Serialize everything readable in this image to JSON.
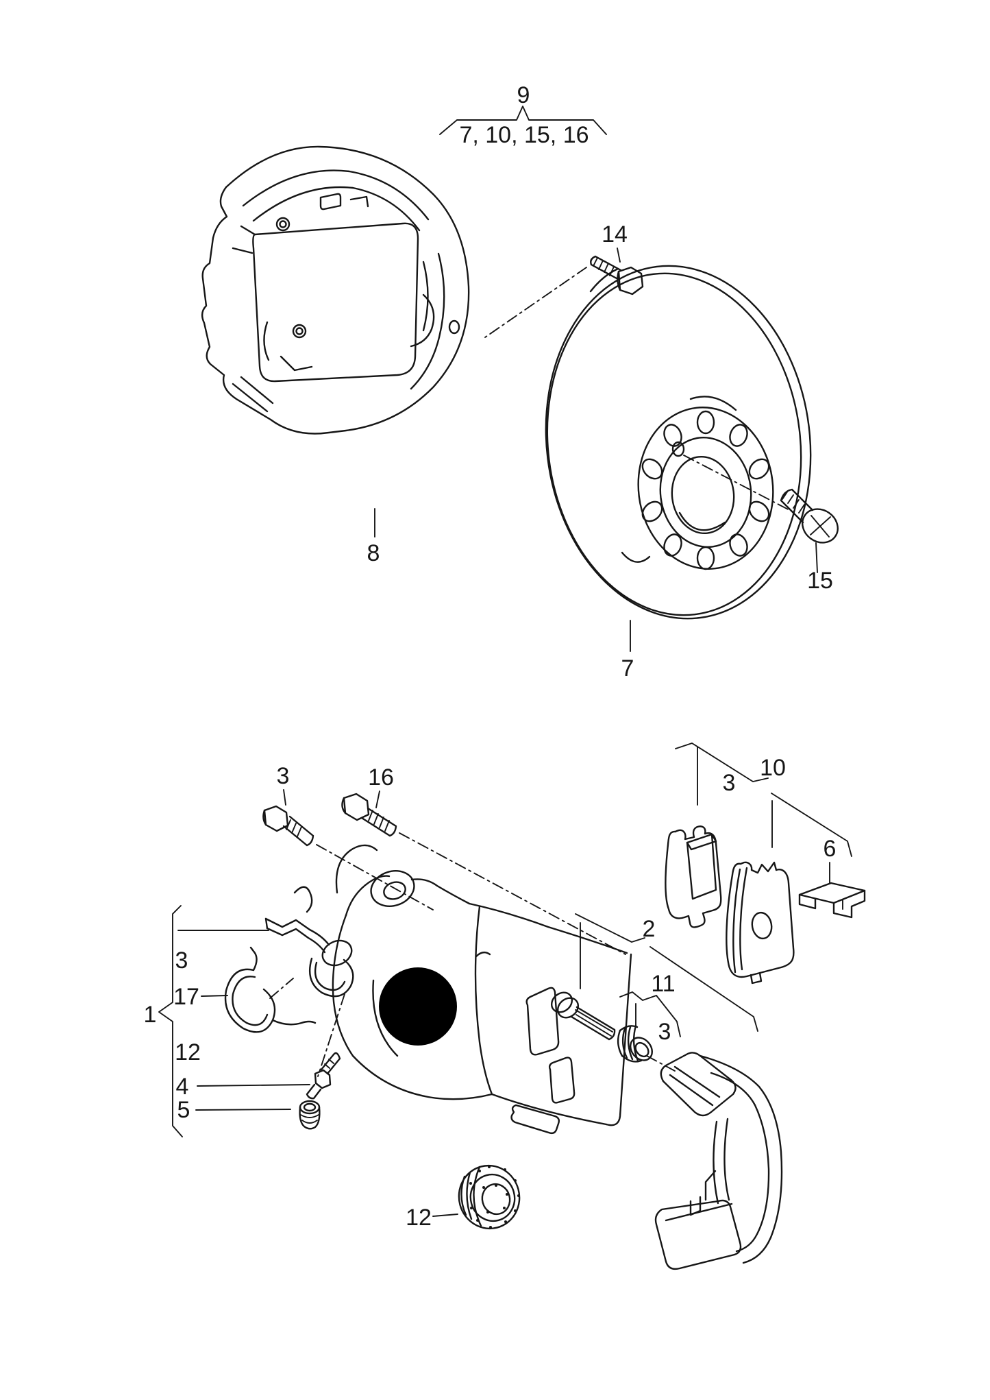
{
  "figure": {
    "type": "exploded-parts-line-diagram",
    "background": "#ffffff",
    "line_color": "#161616",
    "redaction_color": "#000000"
  },
  "labels": {
    "group9": "9",
    "group9_items": "7, 10, 15, 16",
    "n14": "14",
    "n8": "8",
    "n15": "15",
    "n7": "7",
    "bolt3": "3",
    "bolt16": "16",
    "pads3": "3",
    "pads10": "10",
    "clip6": "6",
    "carrier2": "2",
    "bush11": "11",
    "bush3": "3",
    "asm1": "1",
    "asm3": "3",
    "asm17": "17",
    "asm12": "12",
    "bleeder4": "4",
    "cap5": "5",
    "seal12": "12"
  }
}
